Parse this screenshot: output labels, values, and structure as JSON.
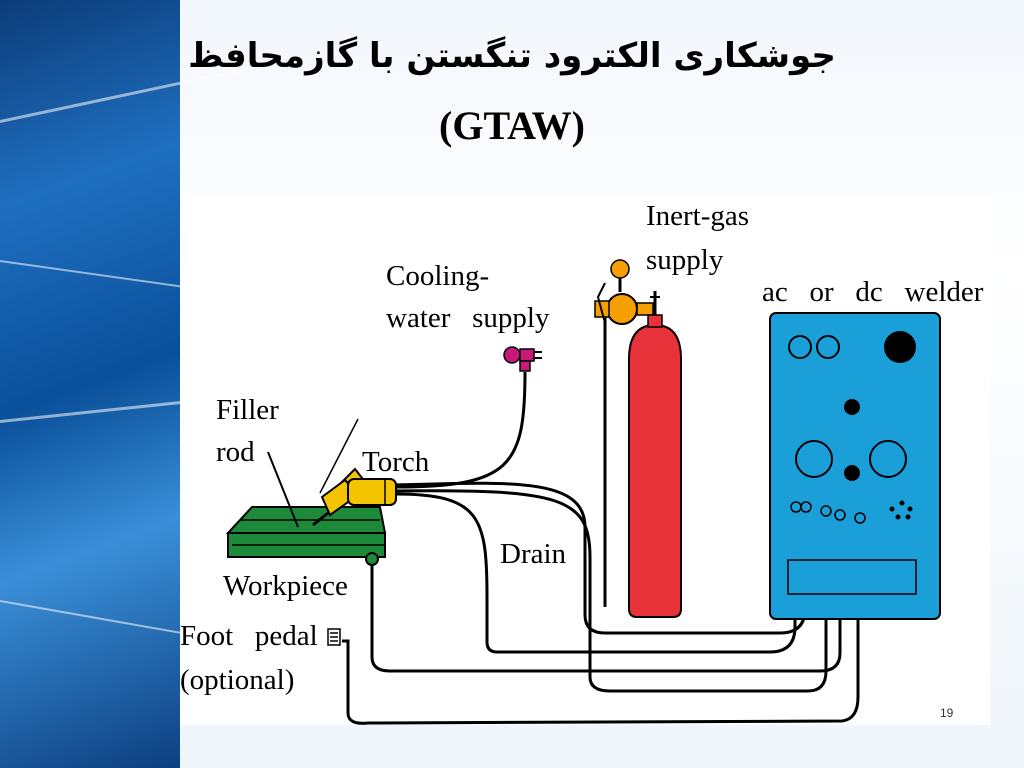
{
  "slide": {
    "title_fa": "جوشکاری الکترود تنگستن با گازمحافظ",
    "title_en": "(GTAW)",
    "page_number": "19"
  },
  "diagram": {
    "labels": {
      "inert_gas_line1": "Inert-gas",
      "inert_gas_line2": "supply",
      "welder": "ac   or   dc   welder",
      "cooling_line1": "Cooling-",
      "cooling_line2": "water   supply",
      "filler_line1": "Filler",
      "filler_line2": "rod",
      "torch": "Torch",
      "drain": "Drain",
      "workpiece": "Workpiece",
      "foot_pedal": "Foot   pedal",
      "optional": "(optional)"
    },
    "colors": {
      "welder_body": "#1a9fd9",
      "gas_cylinder": "#e8323a",
      "torch": "#f5c400",
      "workpiece": "#1d8a3a",
      "regulator": "#f5a000",
      "water_valve": "#c8187a"
    }
  }
}
